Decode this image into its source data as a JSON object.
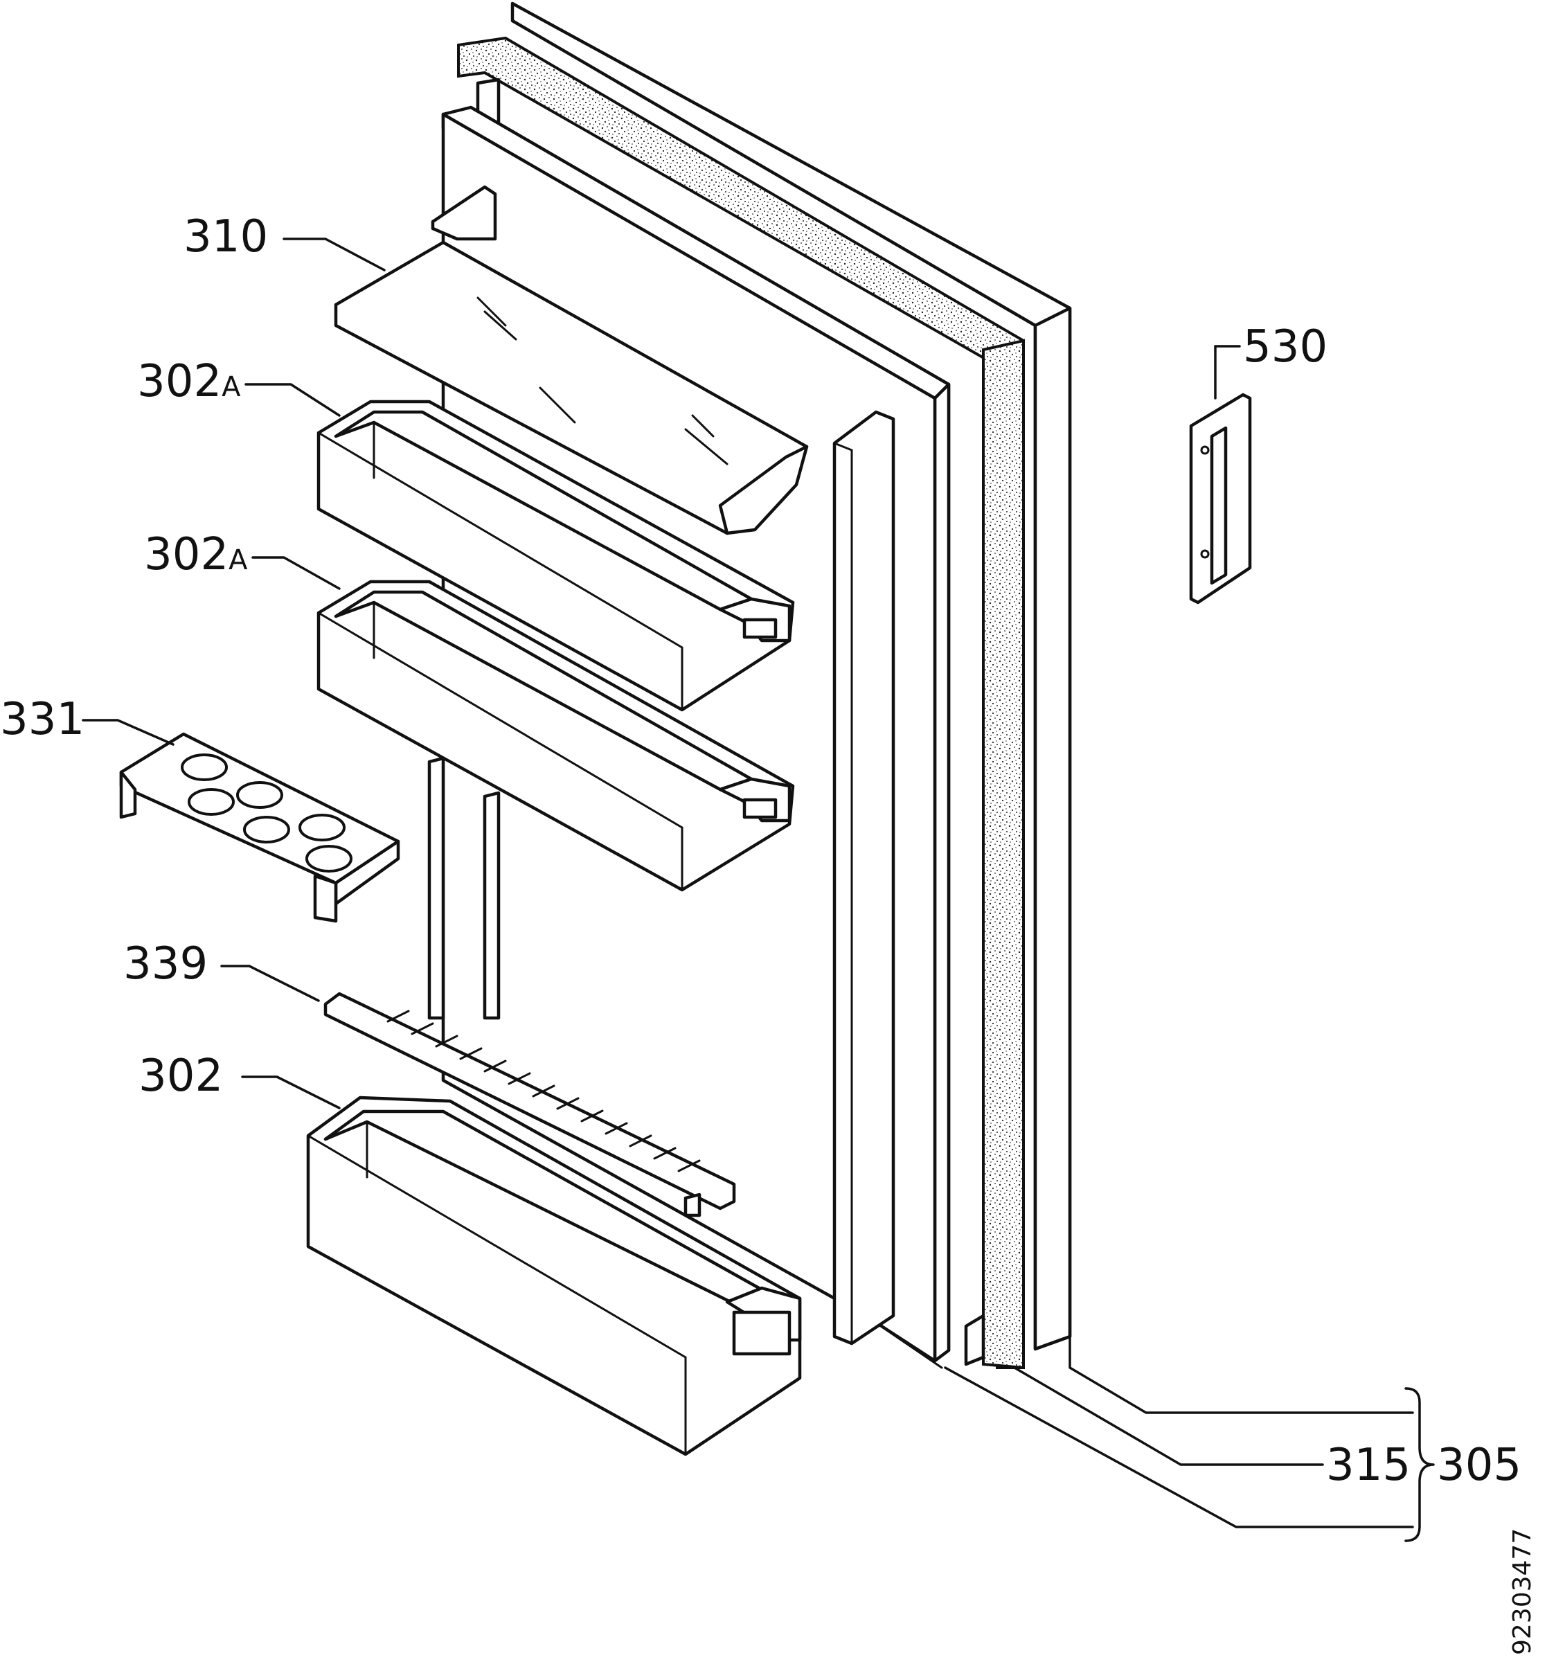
{
  "labels": {
    "l310": "310",
    "l302a_1_main": "302",
    "l302a_1_suffix": "A",
    "l302a_2_main": "302",
    "l302a_2_suffix": "A",
    "l331": "331",
    "l339": "339",
    "l302": "302",
    "l530": "530",
    "l315": "315",
    "l305": "305"
  },
  "document_number": "92303477"
}
